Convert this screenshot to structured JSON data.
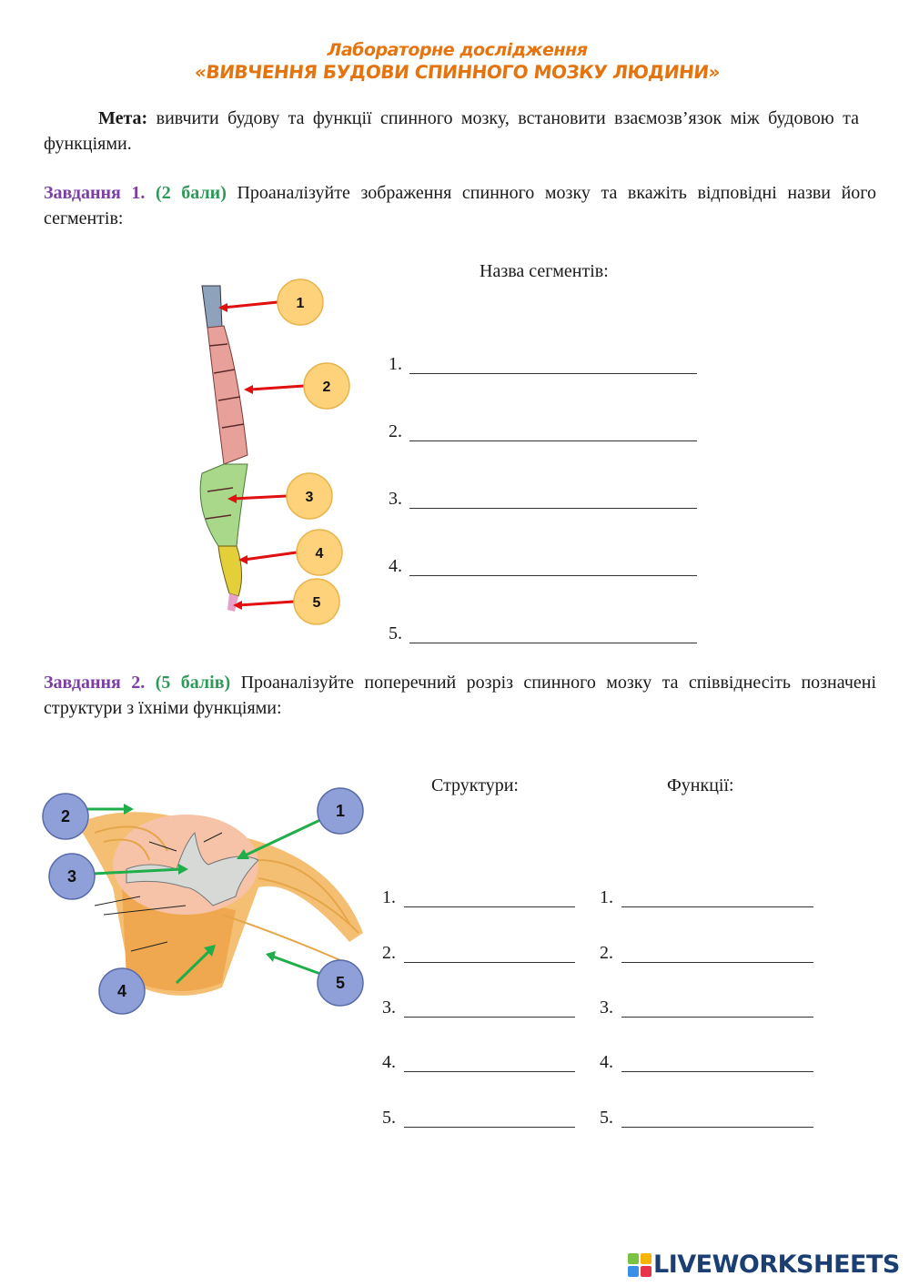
{
  "header": {
    "subtitle": "Лабораторне дослідження",
    "title": "«ВИВЧЕННЯ БУДОВИ СПИННОГО МОЗКУ ЛЮДИНИ»"
  },
  "goal": {
    "label": "Мета:",
    "text": " вивчити будову та функції спинного мозку, встановити взаємозв’язок між будовою та функціями."
  },
  "task1": {
    "label": "Завдання 1.",
    "points": "(2 бали)",
    "text": " Проаналізуйте зображення спинного мозку та вкажіть відповідні назви його сегментів:",
    "column_header": "Назва сегментів:",
    "markers": [
      "1",
      "2",
      "3",
      "4",
      "5"
    ],
    "answers": [
      {
        "num": "1.",
        "value": ""
      },
      {
        "num": "2.",
        "value": ""
      },
      {
        "num": "3.",
        "value": ""
      },
      {
        "num": "4.",
        "value": ""
      },
      {
        "num": "5.",
        "value": ""
      }
    ]
  },
  "task2": {
    "label": "Завдання 2.",
    "points": "(5 балів)",
    "text": " Проаналізуйте поперечний розріз спинного мозку та співвіднесіть позначені структури з їхніми функціями:",
    "structures_header": "Структури:",
    "functions_header": "Функції:",
    "markers": [
      "1",
      "2",
      "3",
      "4",
      "5"
    ],
    "structures": [
      "1.",
      "2.",
      "3.",
      "4.",
      "5."
    ],
    "functions": [
      "1.",
      "2.",
      "3.",
      "4.",
      "5."
    ]
  },
  "footer": {
    "logo": "LIVEWORKSHEETS"
  },
  "colors": {
    "title": "#e5740f",
    "task_label": "#7b3fa6",
    "points": "#2e9a5a",
    "logo": "#1b3f73"
  }
}
